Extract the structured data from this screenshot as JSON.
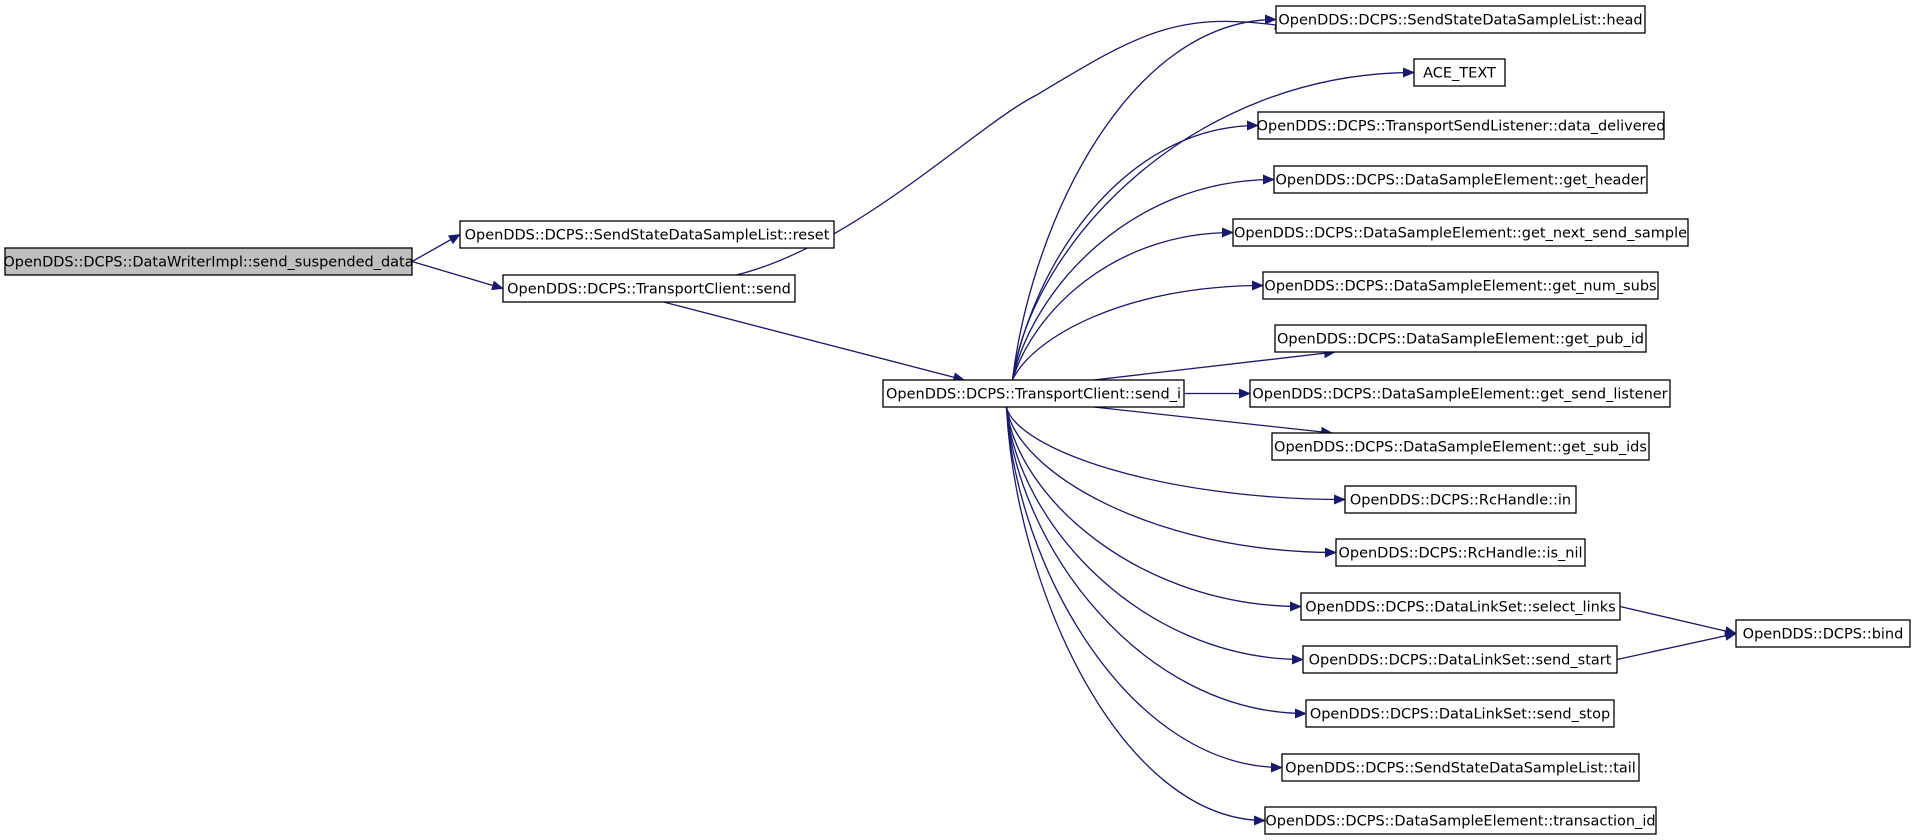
{
  "diagram": {
    "edge_color": "#191970",
    "root_fill": "#bfbfbf",
    "node_fill": "#ffffff",
    "node_stroke": "#000000",
    "nodes": [
      {
        "id": "root",
        "label": "OpenDDS::DCPS::DataWriterImpl::send_suspended_data",
        "root": true
      },
      {
        "id": "reset",
        "label": "OpenDDS::DCPS::SendStateDataSampleList::reset"
      },
      {
        "id": "send",
        "label": "OpenDDS::DCPS::TransportClient::send"
      },
      {
        "id": "send_i",
        "label": "OpenDDS::DCPS::TransportClient::send_i"
      },
      {
        "id": "head",
        "label": "OpenDDS::DCPS::SendStateDataSampleList::head"
      },
      {
        "id": "ace_text",
        "label": "ACE_TEXT"
      },
      {
        "id": "data_delivered",
        "label": "OpenDDS::DCPS::TransportSendListener::data_delivered"
      },
      {
        "id": "get_header",
        "label": "OpenDDS::DCPS::DataSampleElement::get_header"
      },
      {
        "id": "get_next_send_sample",
        "label": "OpenDDS::DCPS::DataSampleElement::get_next_send_sample"
      },
      {
        "id": "get_num_subs",
        "label": "OpenDDS::DCPS::DataSampleElement::get_num_subs"
      },
      {
        "id": "get_pub_id",
        "label": "OpenDDS::DCPS::DataSampleElement::get_pub_id"
      },
      {
        "id": "get_send_listener",
        "label": "OpenDDS::DCPS::DataSampleElement::get_send_listener"
      },
      {
        "id": "get_sub_ids",
        "label": "OpenDDS::DCPS::DataSampleElement::get_sub_ids"
      },
      {
        "id": "rc_in",
        "label": "OpenDDS::DCPS::RcHandle::in"
      },
      {
        "id": "rc_is_nil",
        "label": "OpenDDS::DCPS::RcHandle::is_nil"
      },
      {
        "id": "select_links",
        "label": "OpenDDS::DCPS::DataLinkSet::select_links"
      },
      {
        "id": "send_start",
        "label": "OpenDDS::DCPS::DataLinkSet::send_start"
      },
      {
        "id": "send_stop",
        "label": "OpenDDS::DCPS::DataLinkSet::send_stop"
      },
      {
        "id": "tail",
        "label": "OpenDDS::DCPS::SendStateDataSampleList::tail"
      },
      {
        "id": "transaction_id",
        "label": "OpenDDS::DCPS::DataSampleElement::transaction_id"
      },
      {
        "id": "bind",
        "label": "OpenDDS::DCPS::bind"
      }
    ],
    "edges": [
      [
        "root",
        "reset"
      ],
      [
        "root",
        "send"
      ],
      [
        "send",
        "head"
      ],
      [
        "send",
        "send_i"
      ],
      [
        "send_i",
        "head"
      ],
      [
        "send_i",
        "ace_text"
      ],
      [
        "send_i",
        "data_delivered"
      ],
      [
        "send_i",
        "get_header"
      ],
      [
        "send_i",
        "get_next_send_sample"
      ],
      [
        "send_i",
        "get_num_subs"
      ],
      [
        "send_i",
        "get_pub_id"
      ],
      [
        "send_i",
        "get_send_listener"
      ],
      [
        "send_i",
        "get_sub_ids"
      ],
      [
        "send_i",
        "rc_in"
      ],
      [
        "send_i",
        "rc_is_nil"
      ],
      [
        "send_i",
        "select_links"
      ],
      [
        "send_i",
        "send_start"
      ],
      [
        "send_i",
        "send_stop"
      ],
      [
        "send_i",
        "tail"
      ],
      [
        "send_i",
        "transaction_id"
      ],
      [
        "select_links",
        "bind"
      ],
      [
        "send_start",
        "bind"
      ]
    ]
  }
}
